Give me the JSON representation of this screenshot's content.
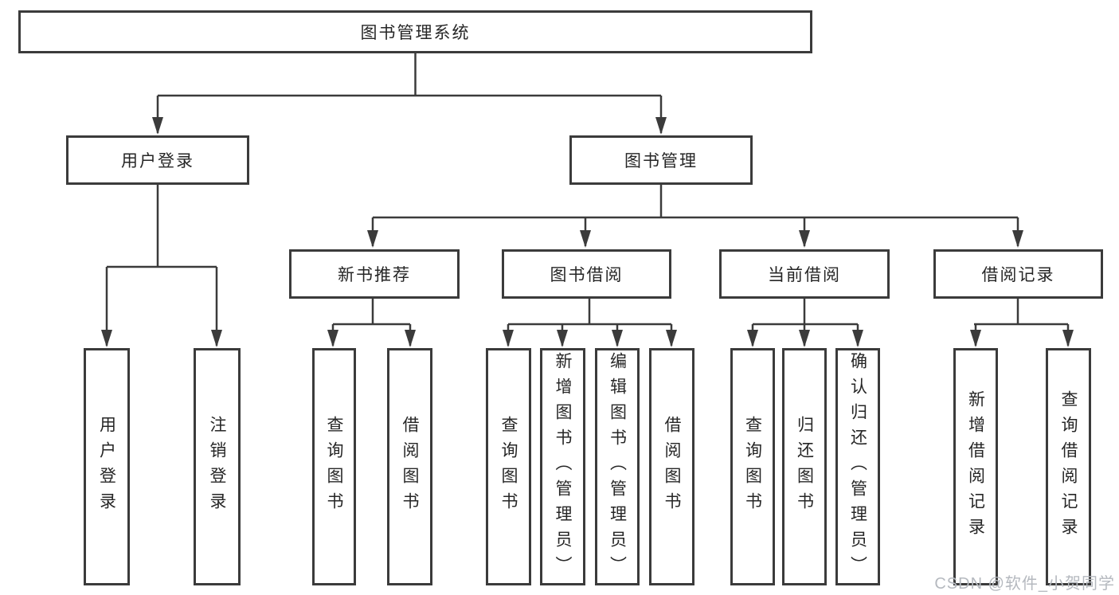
{
  "diagram": {
    "title": "图书管理系统",
    "branches": [
      {
        "label": "用户登录",
        "children": [
          {
            "label": "用户登录"
          },
          {
            "label": "注销登录"
          }
        ]
      },
      {
        "label": "图书管理",
        "children": [
          {
            "label": "新书推荐",
            "children": [
              {
                "label": "查询图书"
              },
              {
                "label": "借阅图书"
              }
            ]
          },
          {
            "label": "图书借阅",
            "children": [
              {
                "label": "查询图书"
              },
              {
                "label": "新增图书（管理员）"
              },
              {
                "label": "编辑图书（管理员）"
              },
              {
                "label": "借阅图书"
              }
            ]
          },
          {
            "label": "当前借阅",
            "children": [
              {
                "label": "查询图书"
              },
              {
                "label": "归还图书"
              },
              {
                "label": "确认归还（管理员）"
              }
            ]
          },
          {
            "label": "借阅记录",
            "children": [
              {
                "label": "新增借阅记录"
              },
              {
                "label": "查询借阅记录"
              }
            ]
          }
        ]
      }
    ]
  },
  "watermark": {
    "text": "CSDN @软件_小贺同学"
  },
  "colors": {
    "line": "#3b3b3b",
    "text": "#262626",
    "watermark": "#b5b9bf",
    "background": "#ffffff"
  }
}
